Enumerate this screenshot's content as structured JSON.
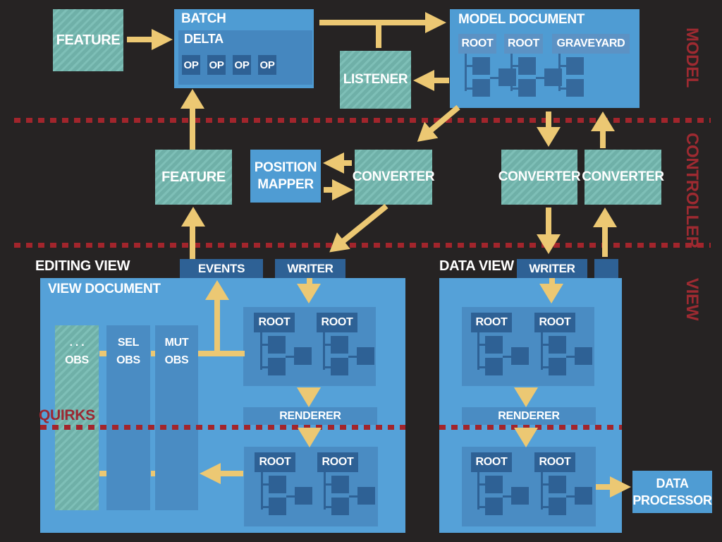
{
  "palette": {
    "background": "#262323",
    "blue_light": "#4f9cd3",
    "blue_document": "#55a1d8",
    "blue_medium": "#4587bf",
    "blue_dark": "#2e6195",
    "teal_hatched": "#6fb0a8",
    "arrow_yellow": "#ecc873",
    "accent_red": "#9e2a31"
  },
  "sections": {
    "model_label": "MODEL",
    "controller_label": "CONTROLLER",
    "view_label": "VIEW"
  },
  "model": {
    "feature_label": "FEATURE",
    "batch": {
      "title": "BATCH",
      "delta_title": "DELTA",
      "ops": [
        "OP",
        "OP",
        "OP",
        "OP"
      ]
    },
    "listener_label": "LISTENER",
    "document": {
      "title": "MODEL DOCUMENT",
      "root1": "ROOT",
      "root2": "ROOT",
      "root3": "GRAVEYARD"
    }
  },
  "controller": {
    "feature_label": "FEATURE",
    "position_mapper_line1": "POSITION",
    "position_mapper_line2": "MAPPER",
    "converter_left": "CONVERTER",
    "converter_mid": "CONVERTER",
    "converter_right": "CONVERTER"
  },
  "view": {
    "editing": {
      "title": "EDITING VIEW",
      "events_label": "EVENTS",
      "writer_label": "WRITER",
      "document_title": "VIEW DOCUMENT",
      "quirks_label": "QUIRKS",
      "obs1_line1": ". . .",
      "obs1_line2": "OBS",
      "obs2_line1": "SEL",
      "obs2_line2": "OBS",
      "obs3_line1": "MUT",
      "obs3_line2": "OBS",
      "renderer_label": "RENDERER",
      "tree_top": {
        "root1": "ROOT",
        "root2": "ROOT"
      },
      "tree_bottom": {
        "root1": "ROOT",
        "root2": "ROOT"
      }
    },
    "data": {
      "title": "DATA VIEW",
      "writer_label": "WRITER",
      "renderer_label": "RENDERER",
      "tree_top": {
        "root1": "ROOT",
        "root2": "ROOT"
      },
      "tree_bottom": {
        "root1": "ROOT",
        "root2": "ROOT"
      },
      "processor_line1": "DATA",
      "processor_line2": "PROCESSOR"
    }
  }
}
